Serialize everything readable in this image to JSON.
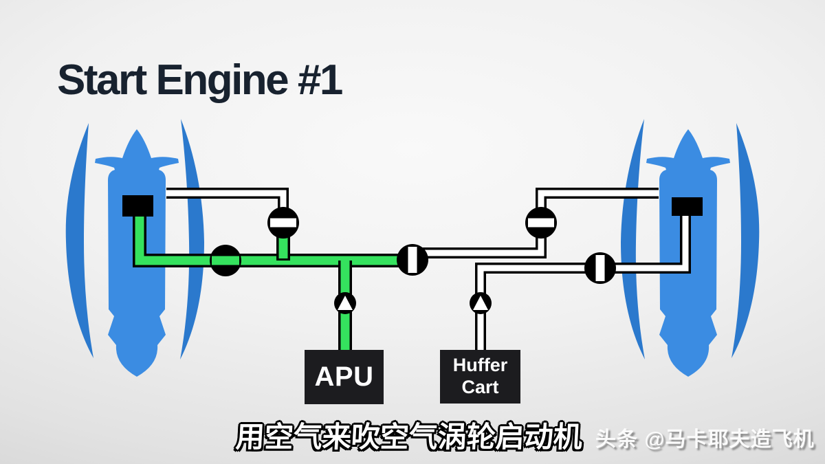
{
  "title": "Start Engine #1",
  "subtitle_cn": "用空气来吹空气涡轮启动机",
  "watermark": "头条 @马卡耶夫造飞机",
  "apu": {
    "label": "APU"
  },
  "huffer": {
    "line1": "Huffer",
    "line2": "Cart"
  },
  "colors": {
    "pressurized_duct_green": "#35e25e",
    "unpressurized_duct_white": "#ffffff",
    "duct_outline": "#000000",
    "engine_body_blue": "#3b8ce2",
    "engine_fan_arc_blue": "#2b79cd",
    "title_text": "#18222f",
    "source_box_fill": "#1c1c1f",
    "subtitle_fill": "#ffffff"
  },
  "diagram": {
    "type": "pneumatic-engine-start-schematic",
    "engines": [
      {
        "name": "engine-1",
        "side": "left"
      },
      {
        "name": "engine-2",
        "side": "right"
      }
    ],
    "air_sources": [
      "APU",
      "Huffer Cart"
    ],
    "valves": [
      {
        "name": "engine-1-start-valve",
        "state": "open",
        "pressurized": true
      },
      {
        "name": "engine-1-bleed-valve",
        "state": "closed"
      },
      {
        "name": "isolation-valve",
        "state": "closed"
      },
      {
        "name": "engine-2-bleed-valve",
        "state": "closed"
      },
      {
        "name": "engine-2-start-valve",
        "state": "closed"
      },
      {
        "name": "apu-check-valve",
        "type": "check",
        "flow_direction": "up"
      },
      {
        "name": "huffer-check-valve",
        "type": "check",
        "flow_direction": "up"
      }
    ],
    "highlighted_flow": "APU duct to engine-1 starter shown pressurized (green)"
  }
}
